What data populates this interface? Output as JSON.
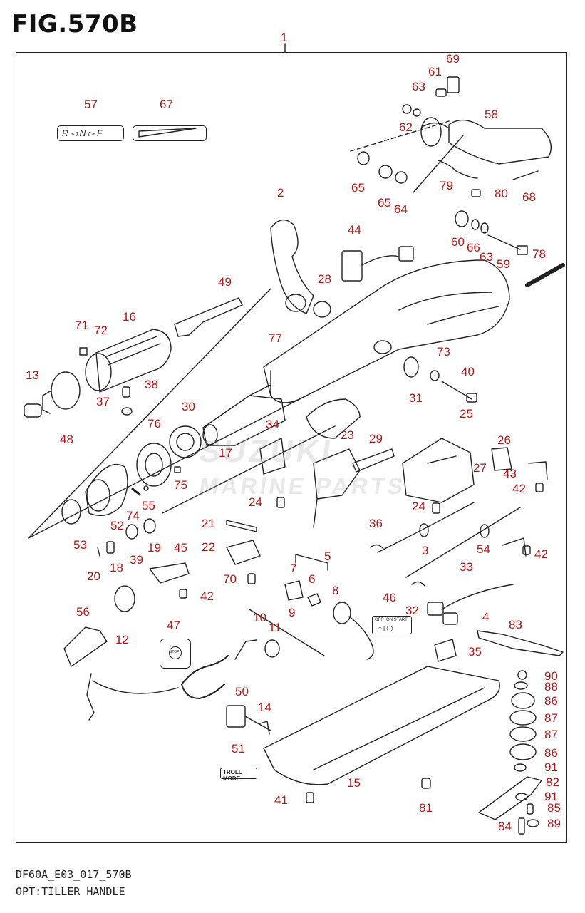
{
  "figure": {
    "title": "FIG.570B",
    "model_code": "DF60A_E03_017_570B",
    "subtitle": "OPT:TILLER HANDLE",
    "watermark_line1": "SUZUKI",
    "watermark_line2": "MARINE PARTS"
  },
  "decals": {
    "shift_decal": "R ◅ N ▻ F",
    "troll_mode": "TROLL MODE",
    "stop_label": "STOP",
    "switch_off": "OFF",
    "switch_on_start": "ON START"
  },
  "colors": {
    "callout": "#b01818",
    "line": "#222222",
    "watermark": "#9a9a9a"
  },
  "callouts": [
    {
      "id": "c1",
      "text": "1"
    },
    {
      "id": "c2",
      "text": "2"
    },
    {
      "id": "c3",
      "text": "3"
    },
    {
      "id": "c4",
      "text": "4"
    },
    {
      "id": "c5",
      "text": "5"
    },
    {
      "id": "c6",
      "text": "6"
    },
    {
      "id": "c7",
      "text": "7"
    },
    {
      "id": "c8",
      "text": "8"
    },
    {
      "id": "c9",
      "text": "9"
    },
    {
      "id": "c10",
      "text": "10"
    },
    {
      "id": "c11",
      "text": "11"
    },
    {
      "id": "c12",
      "text": "12"
    },
    {
      "id": "c13",
      "text": "13"
    },
    {
      "id": "c14",
      "text": "14"
    },
    {
      "id": "c15",
      "text": "15"
    },
    {
      "id": "c16",
      "text": "16"
    },
    {
      "id": "c17",
      "text": "17"
    },
    {
      "id": "c18",
      "text": "18"
    },
    {
      "id": "c19",
      "text": "19"
    },
    {
      "id": "c20",
      "text": "20"
    },
    {
      "id": "c21",
      "text": "21"
    },
    {
      "id": "c22",
      "text": "22"
    },
    {
      "id": "c23",
      "text": "23"
    },
    {
      "id": "c24a",
      "text": "24"
    },
    {
      "id": "c24b",
      "text": "24"
    },
    {
      "id": "c25",
      "text": "25"
    },
    {
      "id": "c26",
      "text": "26"
    },
    {
      "id": "c27",
      "text": "27"
    },
    {
      "id": "c28",
      "text": "28"
    },
    {
      "id": "c29",
      "text": "29"
    },
    {
      "id": "c30",
      "text": "30"
    },
    {
      "id": "c31",
      "text": "31"
    },
    {
      "id": "c32",
      "text": "32"
    },
    {
      "id": "c33",
      "text": "33"
    },
    {
      "id": "c34",
      "text": "34"
    },
    {
      "id": "c35",
      "text": "35"
    },
    {
      "id": "c36",
      "text": "36"
    },
    {
      "id": "c37",
      "text": "37"
    },
    {
      "id": "c38",
      "text": "38"
    },
    {
      "id": "c39",
      "text": "39"
    },
    {
      "id": "c40",
      "text": "40"
    },
    {
      "id": "c41",
      "text": "41"
    },
    {
      "id": "c42a",
      "text": "42"
    },
    {
      "id": "c42b",
      "text": "42"
    },
    {
      "id": "c42c",
      "text": "42"
    },
    {
      "id": "c43",
      "text": "43"
    },
    {
      "id": "c44",
      "text": "44"
    },
    {
      "id": "c45",
      "text": "45"
    },
    {
      "id": "c46",
      "text": "46"
    },
    {
      "id": "c47",
      "text": "47"
    },
    {
      "id": "c48",
      "text": "48"
    },
    {
      "id": "c49",
      "text": "49"
    },
    {
      "id": "c50",
      "text": "50"
    },
    {
      "id": "c51",
      "text": "51"
    },
    {
      "id": "c52",
      "text": "52"
    },
    {
      "id": "c53",
      "text": "53"
    },
    {
      "id": "c54",
      "text": "54"
    },
    {
      "id": "c55",
      "text": "55"
    },
    {
      "id": "c56",
      "text": "56"
    },
    {
      "id": "c57",
      "text": "57"
    },
    {
      "id": "c58",
      "text": "58"
    },
    {
      "id": "c59",
      "text": "59"
    },
    {
      "id": "c60",
      "text": "60"
    },
    {
      "id": "c61",
      "text": "61"
    },
    {
      "id": "c62",
      "text": "62"
    },
    {
      "id": "c63a",
      "text": "63"
    },
    {
      "id": "c63b",
      "text": "63"
    },
    {
      "id": "c64",
      "text": "64"
    },
    {
      "id": "c65a",
      "text": "65"
    },
    {
      "id": "c65b",
      "text": "65"
    },
    {
      "id": "c66",
      "text": "66"
    },
    {
      "id": "c67",
      "text": "67"
    },
    {
      "id": "c68",
      "text": "68"
    },
    {
      "id": "c69",
      "text": "69"
    },
    {
      "id": "c70",
      "text": "70"
    },
    {
      "id": "c71",
      "text": "71"
    },
    {
      "id": "c72",
      "text": "72"
    },
    {
      "id": "c73",
      "text": "73"
    },
    {
      "id": "c74",
      "text": "74"
    },
    {
      "id": "c75",
      "text": "75"
    },
    {
      "id": "c76",
      "text": "76"
    },
    {
      "id": "c77",
      "text": "77"
    },
    {
      "id": "c78",
      "text": "78"
    },
    {
      "id": "c79",
      "text": "79"
    },
    {
      "id": "c80",
      "text": "80"
    },
    {
      "id": "c81",
      "text": "81"
    },
    {
      "id": "c82",
      "text": "82"
    },
    {
      "id": "c83",
      "text": "83"
    },
    {
      "id": "c84",
      "text": "84"
    },
    {
      "id": "c85",
      "text": "85"
    },
    {
      "id": "c86a",
      "text": "86"
    },
    {
      "id": "c86b",
      "text": "86"
    },
    {
      "id": "c87a",
      "text": "87"
    },
    {
      "id": "c87b",
      "text": "87"
    },
    {
      "id": "c88",
      "text": "88"
    },
    {
      "id": "c89",
      "text": "89"
    },
    {
      "id": "c90",
      "text": "90"
    },
    {
      "id": "c91a",
      "text": "91"
    },
    {
      "id": "c91b",
      "text": "91"
    }
  ]
}
